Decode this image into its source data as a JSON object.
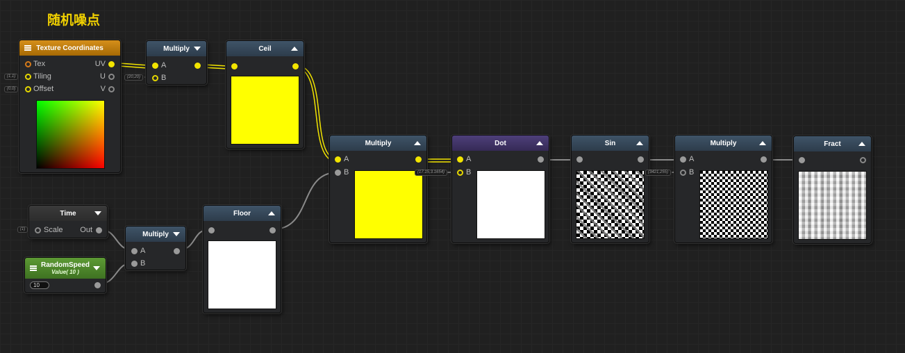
{
  "page_title": "随机噪点",
  "colors": {
    "wire_yellow": "#f2e400",
    "wire_gray": "#8a8a8a",
    "accent_title": "#f0d000"
  },
  "nodes": {
    "texcoord": {
      "title": "Texture Coordinates",
      "inputs": [
        "Tex",
        "Tiling",
        "Offset"
      ],
      "outputs": [
        "UV",
        "U",
        "V"
      ],
      "chips": [
        "(1,1)",
        "(0,0)"
      ]
    },
    "multiply1": {
      "title": "Multiply",
      "inputs": [
        "A",
        "B"
      ],
      "chip": "(20,20)"
    },
    "ceil": {
      "title": "Ceil"
    },
    "time": {
      "title": "Time",
      "inputs": [
        "Scale"
      ],
      "outputs": [
        "Out"
      ],
      "chip": "(1)"
    },
    "random_speed": {
      "title": "RandomSpeed",
      "subtitle": "Value( 10 )",
      "value": "10"
    },
    "multiply2": {
      "title": "Multiply",
      "inputs": [
        "A",
        "B"
      ]
    },
    "floor": {
      "title": "Floor"
    },
    "multiply3": {
      "title": "Multiply",
      "inputs": [
        "A",
        "B"
      ]
    },
    "dot": {
      "title": "Dot",
      "inputs": [
        "A",
        "B"
      ],
      "chip": "(17.15,3.1654)"
    },
    "sin": {
      "title": "Sin"
    },
    "multiply4": {
      "title": "Multiply",
      "inputs": [
        "A",
        "B"
      ],
      "chip": "(3421,255)"
    },
    "fract": {
      "title": "Fract"
    }
  }
}
